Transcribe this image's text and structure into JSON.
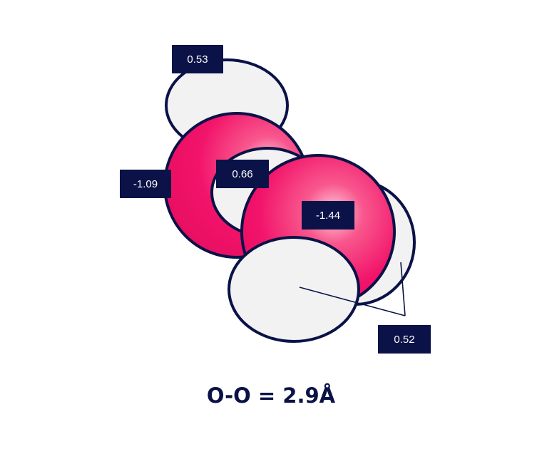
{
  "labels": {
    "top_hydrogen_charge": "0.53",
    "left_oxygen_charge": "-1.09",
    "middle_hydrogen_charge": "0.66",
    "right_oxygen_charge": "-1.44",
    "bottom_hydrogens_charge": "0.52"
  },
  "caption": "O-O = 2.9Å",
  "colors": {
    "oxygen": "#f2136a",
    "hydrogen": "#f2f2f2",
    "outline": "#0b1247",
    "label_bg": "#0b1247",
    "label_text": "#ffffff"
  },
  "icons": [
    "oxygen-atom",
    "hydrogen-atom"
  ]
}
